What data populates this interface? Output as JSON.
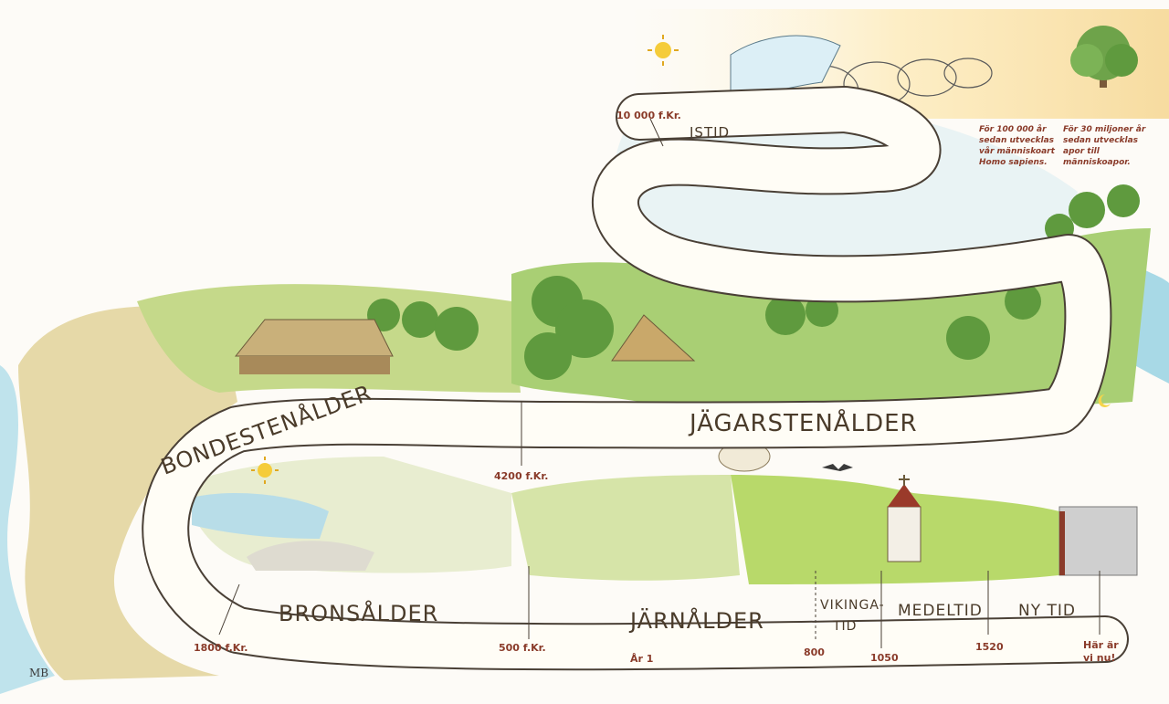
{
  "eras": {
    "istid": "ISTID",
    "jagarstenalder": "JÄGARSTENÅLDER",
    "bondestenalder": "BONDESTENÅLDER",
    "bronsalder": "BRONSÅLDER",
    "jarnalder": "JÄRNÅLDER",
    "vikingatid_1": "VIKINGA-",
    "vikingatid_2": "TID",
    "medeltid": "MEDELTID",
    "ny_tid": "NY TID"
  },
  "dates": {
    "d10000": "10 000 f.Kr.",
    "d4200": "4200 f.Kr.",
    "d1800": "1800 f.Kr.",
    "d500": "500 f.Kr.",
    "ar1": "År 1",
    "d800": "800",
    "d1050": "1050",
    "d1520": "1520",
    "nu_1": "Här är",
    "nu_2": "vi nu!"
  },
  "notes": {
    "homo": [
      "För 100 000 år",
      "sedan utvecklas",
      "vår människoart",
      "Homo sapiens."
    ],
    "apor": [
      "För 30 miljoner år",
      "sedan utvecklas",
      "apor till",
      "människoapor."
    ]
  },
  "signature": "MB",
  "colors": {
    "road": "#fffdf6",
    "road_edge": "#4a4036",
    "text": "#4a3b2a",
    "date": "#8a3b2a",
    "grass": "#9cc46a",
    "forest": "#5f9a3e",
    "water": "#9fd3e3",
    "ice": "#dceff6",
    "sand": "#efe4bf"
  }
}
